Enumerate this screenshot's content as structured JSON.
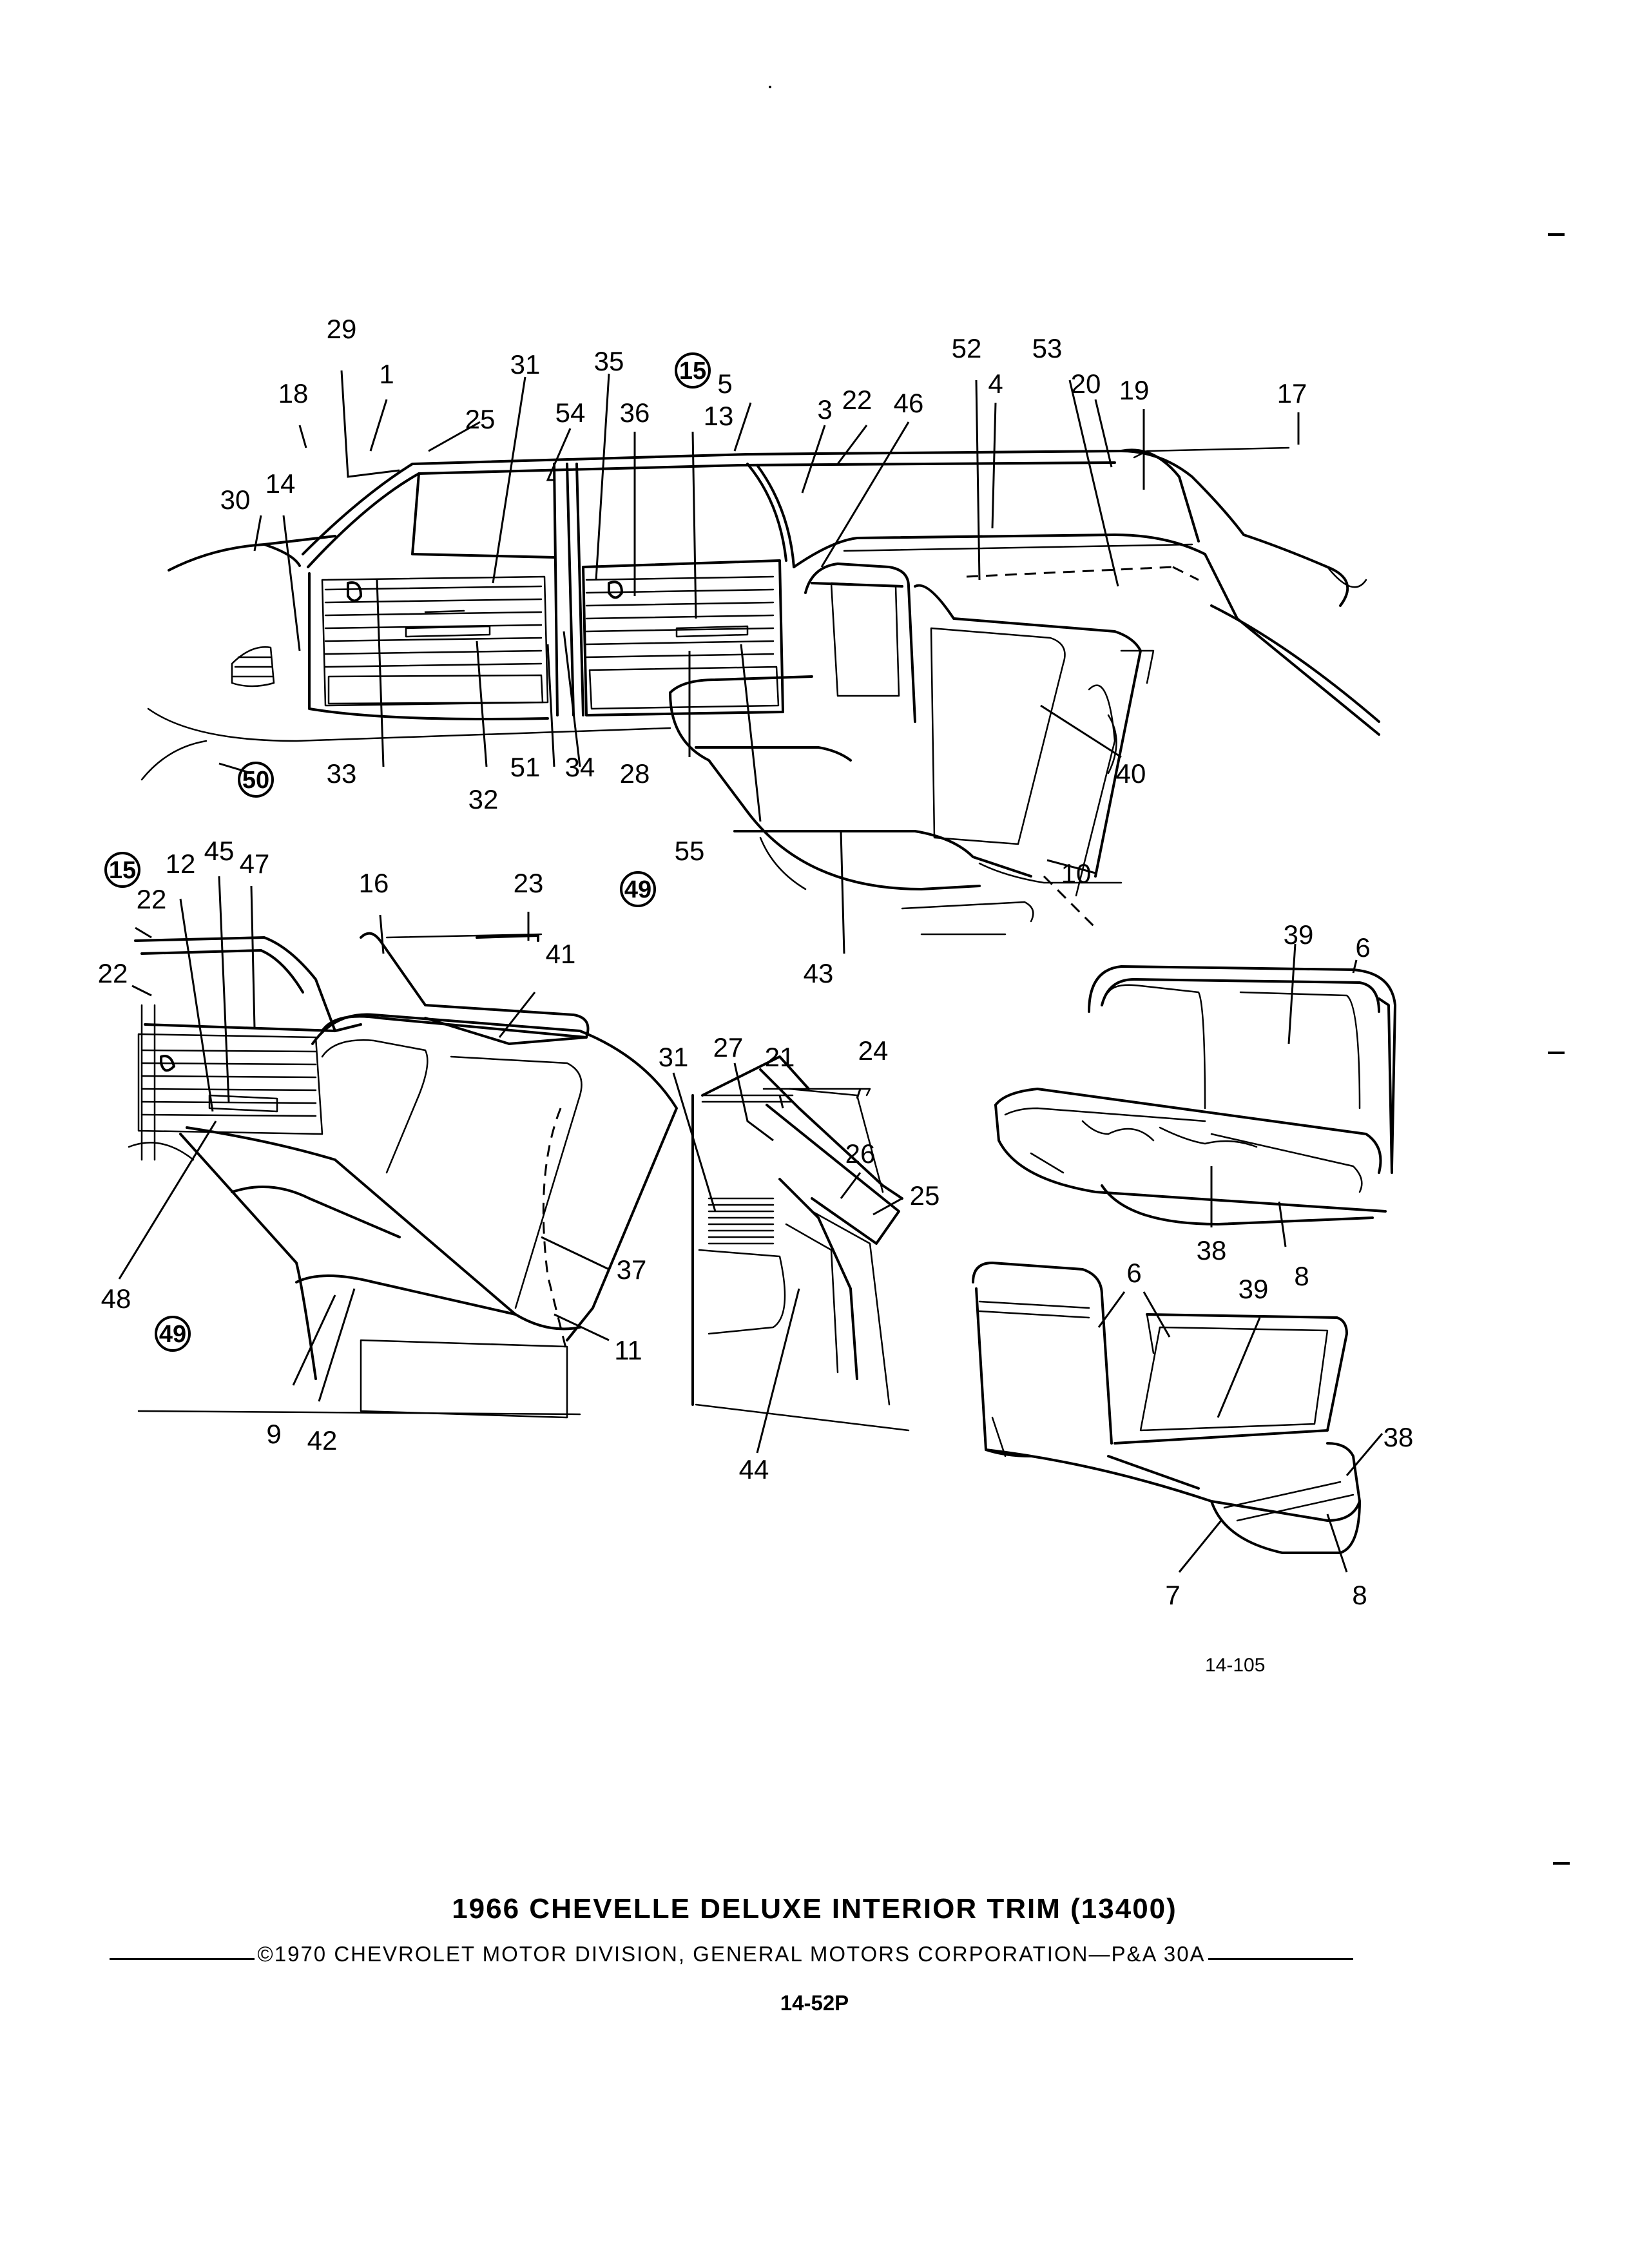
{
  "title": "1966 CHEVELLE DELUXE INTERIOR TRIM (13400)",
  "copyright": "©1970 CHEVROLET MOTOR DIVISION, GENERAL MOTORS CORPORATION—P&A 30A",
  "page_number": "14-52P",
  "figure_number": "14-105",
  "callouts": [
    "1",
    "3",
    "4",
    "5",
    "6",
    "7",
    "8",
    "9",
    "10",
    "11",
    "12",
    "13",
    "14",
    "15",
    "16",
    "17",
    "18",
    "19",
    "20",
    "21",
    "22",
    "23",
    "24",
    "25",
    "26",
    "27",
    "28",
    "29",
    "30",
    "31",
    "32",
    "33",
    "34",
    "35",
    "36",
    "37",
    "38",
    "39",
    "40",
    "41",
    "42",
    "43",
    "44",
    "45",
    "46",
    "47",
    "48",
    "49",
    "50",
    "51",
    "52",
    "53",
    "54",
    "55"
  ]
}
